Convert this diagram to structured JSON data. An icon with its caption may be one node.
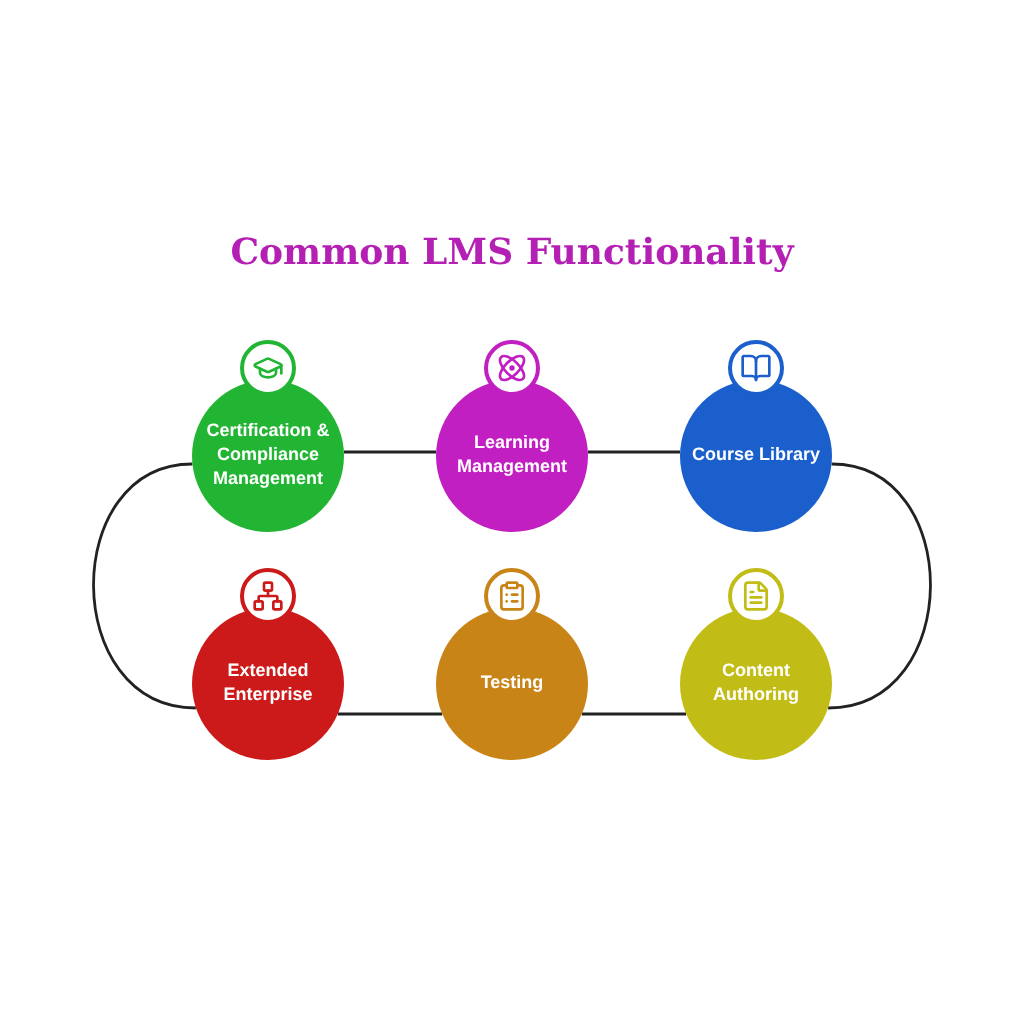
{
  "diagram": {
    "title": "Common LMS Functionality",
    "nodes": [
      {
        "text": [
          "Certification & Compliance Management"
        ]
      },
      {
        "text": [
          "Learning Management"
        ]
      },
      {
        "text": [
          "Course Library"
        ]
      },
      {
        "text": [
          "Extended Enterprise"
        ]
      },
      {
        "text": [
          "Testing"
        ]
      },
      {
        "text": [
          "Content Authoring"
        ]
      }
    ],
    "edges": [
      {
        "from": 0,
        "to": 1,
        "arrow": "none"
      },
      {
        "from": 1,
        "to": 2,
        "arrow": "none"
      },
      {
        "from": 2,
        "to": 5,
        "arrow": "none"
      },
      {
        "from": 5,
        "to": 4,
        "arrow": "none"
      },
      {
        "from": 4,
        "to": 3,
        "arrow": "none"
      },
      {
        "from": 3,
        "to": 0,
        "arrow": "none"
      }
    ]
  }
}
